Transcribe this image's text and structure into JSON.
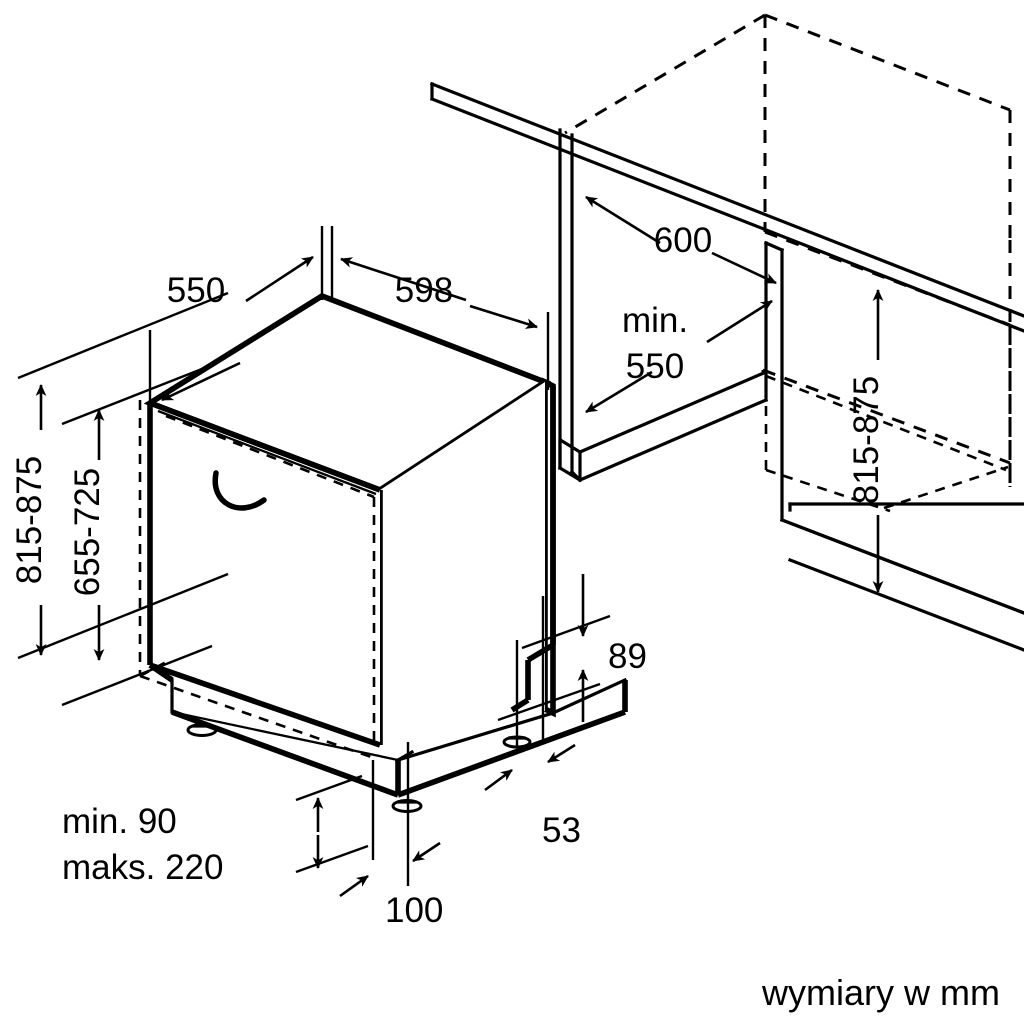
{
  "diagram": {
    "title": "Dishwasher built-in installation dimensions",
    "units_note": "wymiary w mm",
    "line_color": "#000000",
    "background": "#ffffff"
  },
  "dimensions": {
    "depth_top": "550",
    "width_top": "598",
    "height_range_outer": "815-875",
    "height_range_inner": "655-725",
    "niche_width": "600",
    "niche_depth_min_prefix": "min.",
    "niche_depth_min_value": "550",
    "worktop_height_right": "815-875",
    "plinth_height": "89",
    "toe_recess": "53",
    "foot_offset": "100",
    "plinth_min": "min. 90",
    "plinth_max": "maks. 220"
  },
  "labels": [
    {
      "id": "d550",
      "text": "550"
    },
    {
      "id": "d598",
      "text": "598"
    },
    {
      "id": "d815-875-left",
      "text": "815-875"
    },
    {
      "id": "d655-725-left",
      "text": "655-725"
    },
    {
      "id": "d600",
      "text": "600"
    },
    {
      "id": "dmin",
      "text": "min."
    },
    {
      "id": "d550b",
      "text": "550"
    },
    {
      "id": "d815-875-right",
      "text": "815-875"
    },
    {
      "id": "d89",
      "text": "89"
    },
    {
      "id": "d53",
      "text": "53"
    },
    {
      "id": "d100",
      "text": "100"
    },
    {
      "id": "dmin90",
      "text": "min. 90"
    },
    {
      "id": "dmaks220",
      "text": "maks. 220"
    },
    {
      "id": "units",
      "text": "wymiary w mm"
    }
  ]
}
